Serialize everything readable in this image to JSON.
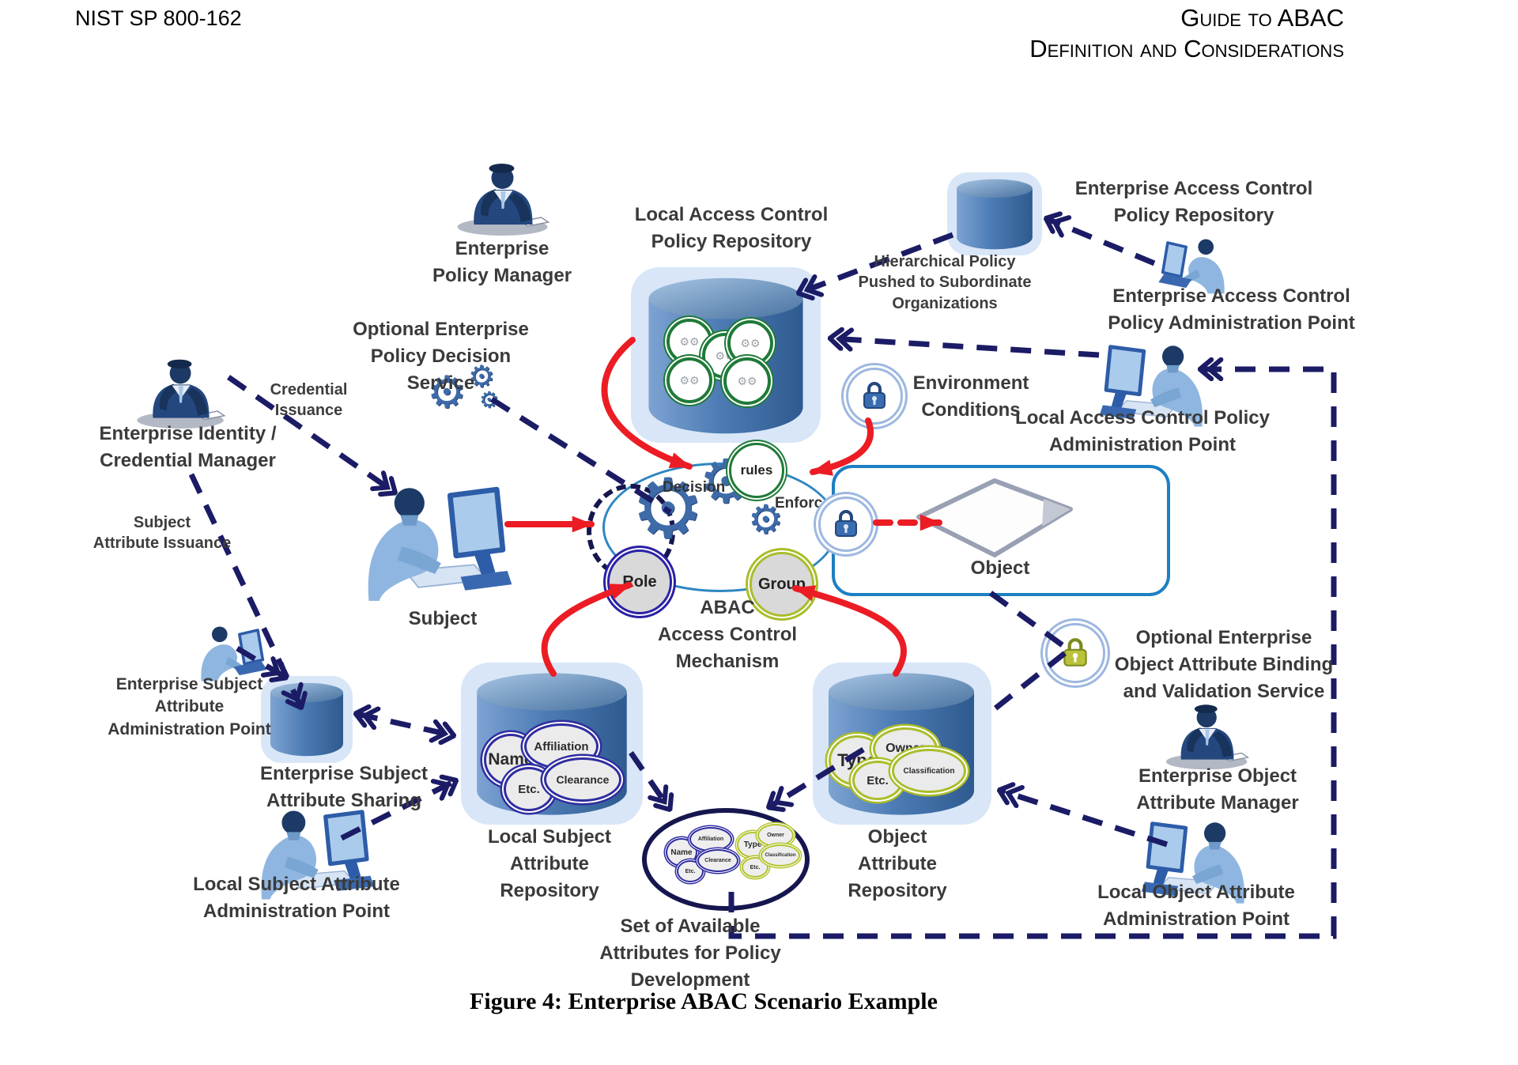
{
  "header": {
    "document_number": "NIST SP 800-162",
    "title_line1": "Guide to ABAC",
    "title_line2": "Definition and Considerations"
  },
  "figure_caption": "Figure 4: Enterprise ABAC Scenario Example",
  "icons": {
    "gear": "⚙",
    "gear_pair": "⚙⚙"
  },
  "colors": {
    "arrow_navy": "#1b1b66",
    "arrow_red": "#ec1c24",
    "cylinder_blue": "#4f81bd",
    "mechanism_ellipse": "#2e86c1",
    "rules_green": "#1f7a38",
    "role_blue": "#2b21a6",
    "group_olive": "#aabd2a",
    "lock_blue": "#3a6db0",
    "lock_green": "#b9c23a"
  },
  "nodes": {
    "enterprise_policy_manager": "Enterprise\nPolicy Manager",
    "local_policy_repository": "Local Access Control\nPolicy Repository",
    "enterprise_policy_repository": "Enterprise Access Control\nPolicy Repository",
    "enterprise_policy_admin_point": "Enterprise Access Control\nPolicy Administration Point",
    "local_policy_admin_point": "Local Access Control Policy\nAdministration Point",
    "optional_policy_decision_service": "Optional Enterprise\nPolicy Decision Service",
    "enterprise_identity_manager": "Enterprise Identity /\nCredential Manager",
    "environment_conditions": "Environment\nConditions",
    "subject": "Subject",
    "abac_mechanism": "ABAC\nAccess Control\nMechanism",
    "object": "Object",
    "enterprise_subject_attribute_admin_point": "Enterprise Subject\nAttribute\nAdministration Point",
    "enterprise_subject_attribute_sharing": "Enterprise Subject\nAttribute Sharing",
    "local_subject_attribute_admin_point": "Local Subject Attribute\nAdministration Point",
    "local_subject_attribute_repository": "Local Subject\nAttribute\nRepository",
    "object_attribute_repository": "Object\nAttribute\nRepository",
    "set_of_available_attributes": "Set of Available\nAttributes for Policy\nDevelopment",
    "optional_object_binding_service": "Optional Enterprise\nObject Attribute Binding\nand Validation Service",
    "enterprise_object_attribute_manager": "Enterprise Object\nAttribute Manager",
    "local_object_attribute_admin_point": "Local Object Attribute\nAdministration Point"
  },
  "edge_labels": {
    "hierarchical_policy": "Hierarchical Policy\nPushed to Subordinate\nOrganizations",
    "credential_issuance": "Credential\nIssuance",
    "subject_attribute_issuance": "Subject\nAttribute Issuance"
  },
  "mechanism": {
    "decision": "Decision",
    "enforce": "Enforce",
    "rules": "rules",
    "role": "Role",
    "group": "Group"
  },
  "attributes": {
    "subject": [
      "Name",
      "Affiliation",
      "Etc.",
      "Clearance"
    ],
    "object": [
      "Type",
      "Owner",
      "Etc.",
      "Classification"
    ]
  }
}
